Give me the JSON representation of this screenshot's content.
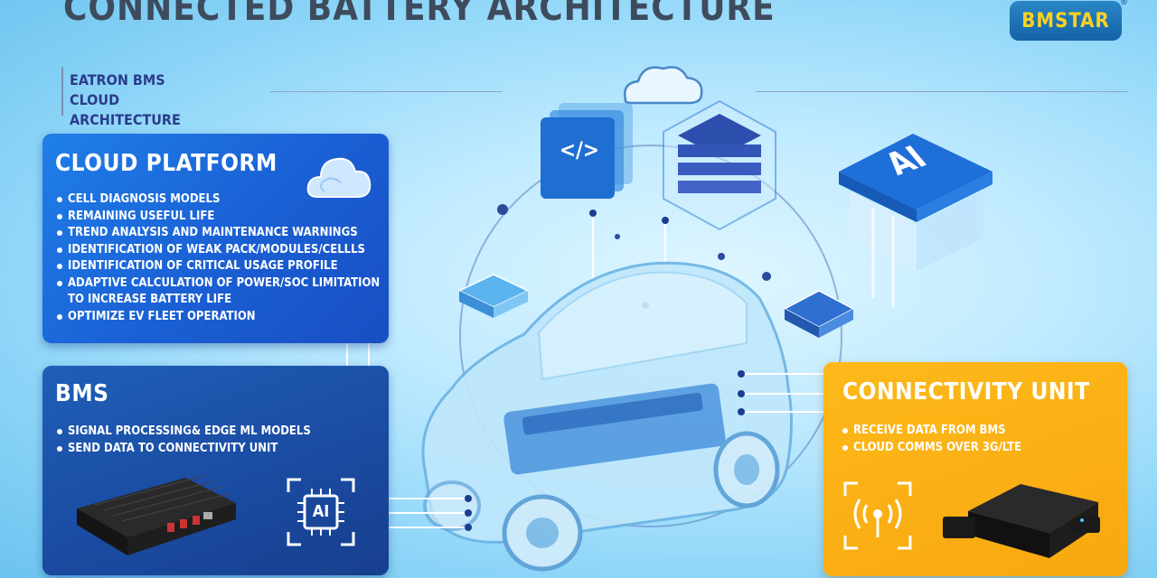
{
  "header": {
    "title": "CONNECTED BATTERY ARCHITECTURE",
    "subtitle": "EATRON BMS CLOUD ARCHITECTURE",
    "logo_text": "BMSTAR"
  },
  "cloud_platform": {
    "title": "CLOUD PLATFORM",
    "items": [
      "CELL DIAGNOSIS MODELS",
      "REMAINING USEFUL LIFE",
      "TREND ANALYSIS AND MAINTENANCE WARNINGS",
      "IDENTIFICATION OF WEAK PACK/MODULES/CELLLS",
      "IDENTIFICATION OF CRITICAL USAGE PROFILE",
      "ADAPTIVE CALCULATION OF POWER/SOC LIMITATION TO INCREASE BATTERY LIFE",
      "OPTIMIZE EV FLEET OPERATION"
    ]
  },
  "bms": {
    "title": "BMS",
    "items": [
      "SIGNAL PROCESSING& EDGE ML MODELS",
      "SEND DATA TO CONNECTIVITY UNIT"
    ],
    "chip_label": "AI"
  },
  "connectivity_unit": {
    "title": "CONNECTIVITY UNIT",
    "items": [
      "RECEIVE DATA FROM BMS",
      "CLOUD COMMS OVER 3G/LTE"
    ]
  },
  "icons": {
    "server_label": "AI",
    "code_label": "</>"
  },
  "colors": {
    "cloud_panel": "#1a63d8",
    "bms_panel": "#1a4aa0",
    "connectivity_panel": "#f9ae12",
    "title_text": "#3d4b5c",
    "logo_yellow": "#ffd21f"
  }
}
